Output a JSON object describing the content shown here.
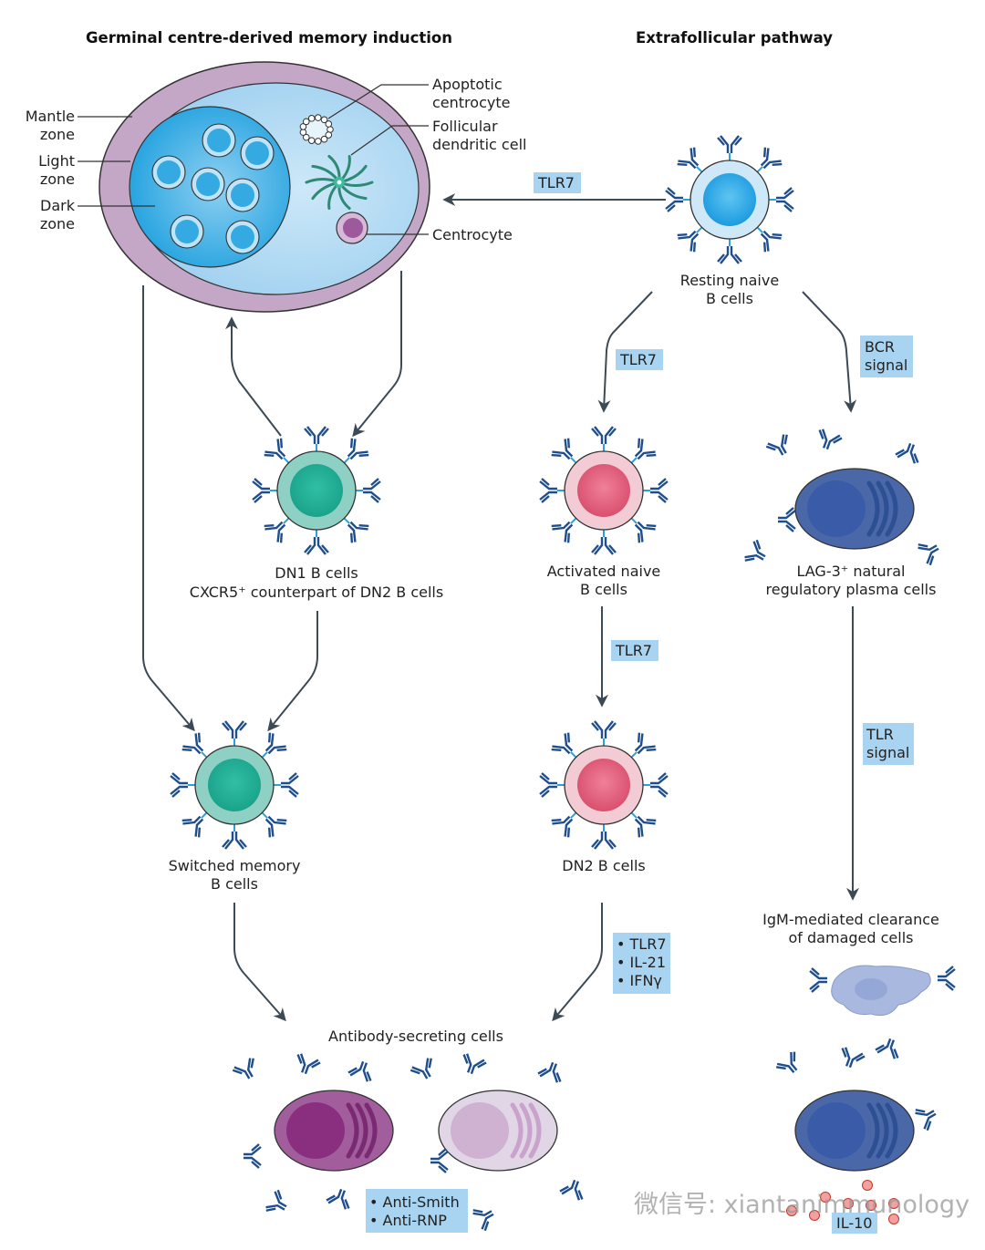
{
  "titles": {
    "left": "Germinal centre-derived memory induction",
    "right": "Extrafollicular pathway"
  },
  "germinal_centre": {
    "mantle_zone": [
      "Mantle",
      "zone"
    ],
    "light_zone": [
      "Light",
      "zone"
    ],
    "dark_zone": [
      "Dark",
      "zone"
    ],
    "apoptotic_centrocyte": [
      "Apoptotic",
      "centrocyte"
    ],
    "follicular_dendritic_cell": [
      "Follicular",
      "dendritic cell"
    ],
    "centrocyte": "Centrocyte"
  },
  "cells": {
    "resting_naive": [
      "Resting naive",
      "B cells"
    ],
    "activated_naive": [
      "Activated naive",
      "B cells"
    ],
    "lag3_plasma": [
      "LAG-3⁺ natural",
      "regulatory plasma cells"
    ],
    "dn1": [
      "DN1 B cells",
      "CXCR5⁺ counterpart of DN2 B cells"
    ],
    "switched_memory": [
      "Switched memory",
      "B cells"
    ],
    "dn2": "DN2 B cells",
    "igm_clearance": [
      "IgM-mediated clearance",
      "of damaged cells"
    ],
    "antibody_secreting": "Antibody-secreting cells"
  },
  "signals": {
    "tlr7_gc": "TLR7",
    "tlr7_activation": "TLR7",
    "bcr_signal": [
      "BCR",
      "signal"
    ],
    "tlr7_dn2": "TLR7",
    "tlr_signal": [
      "TLR",
      "signal"
    ],
    "dn2_factors": [
      "• TLR7",
      "• IL-21",
      "• IFNγ"
    ],
    "autoantibodies": [
      "• Anti-Smith",
      "• Anti-RNP"
    ],
    "il10": "IL-10"
  },
  "watermark": "微信号: xiantanimmunology",
  "colors": {
    "antibody": "#1f4e8c",
    "mantle": "#c4a6c6",
    "light_zone": "#a9d4f1",
    "dark_zone": "#2ea7e0",
    "teal_cell": "#4cbba8",
    "pink_cell": "#e46d86",
    "plasma_blue": "#3b5da0",
    "plasma_purple": "#8c3a86",
    "label_box": "#a9d4f1"
  }
}
